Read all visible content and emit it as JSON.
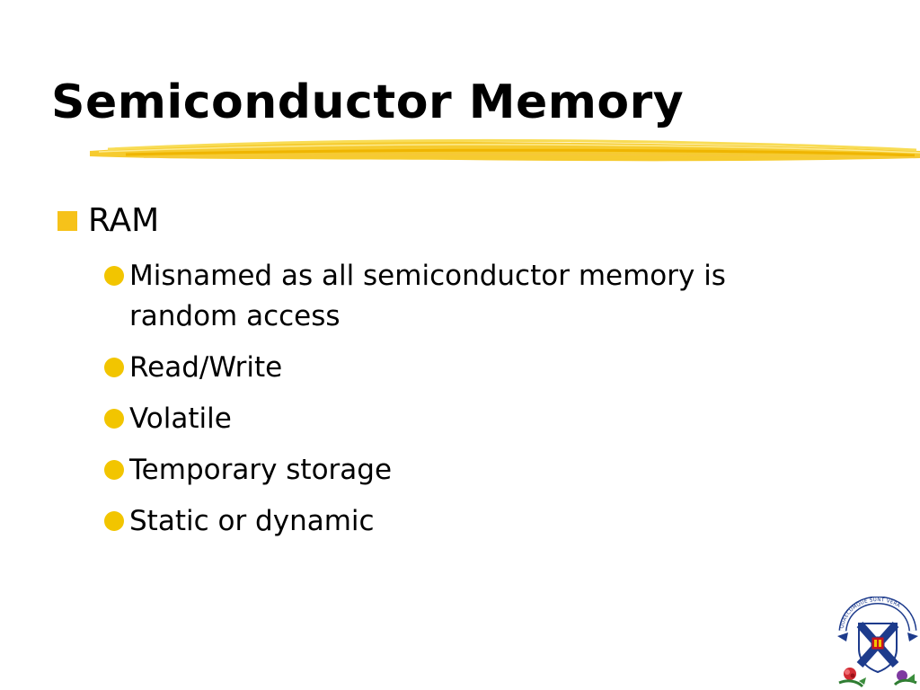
{
  "slide": {
    "title": "Semiconductor Memory",
    "bullets": [
      {
        "label": "RAM",
        "subitems": [
          "Misnamed as all semiconductor memory is random access",
          "Read/Write",
          "Volatile",
          "Temporary storage",
          "Static or dynamic"
        ]
      }
    ],
    "logo_motto": "QUAECUMQUE SUNT VERA"
  },
  "colors": {
    "background": "#ffffff",
    "text": "#000000",
    "accent_yellow": "#f5c518",
    "bullet_square": "#f6c21a",
    "bullet_dot": "#f2c500"
  },
  "icons": {
    "level1_bullet": "square-bullet-icon",
    "level2_bullet": "circle-bullet-icon",
    "logo": "university-crest-icon"
  }
}
